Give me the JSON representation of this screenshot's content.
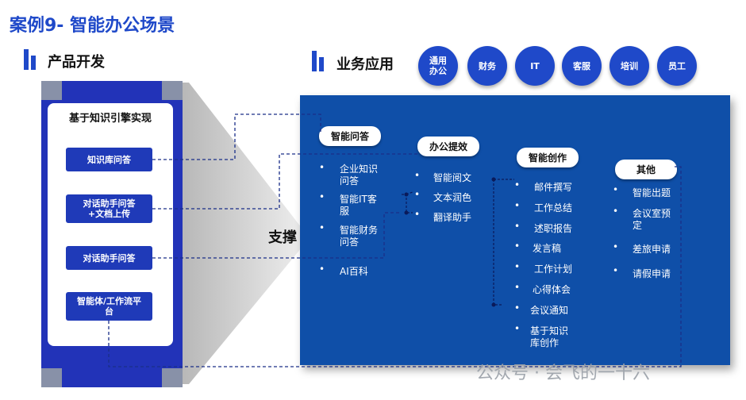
{
  "title": "案例9- 智能办公场景",
  "left_section": {
    "label": "产品开发",
    "inner_title": "基于知识引擎实现",
    "buttons": [
      "知识库问答",
      "对话助手问答\n+文档上传",
      "对话助手问答",
      "智能体/工作流平\n台"
    ]
  },
  "right_section": {
    "label": "业务应用",
    "circles": [
      "通用\n办公",
      "财务",
      "IT",
      "客服",
      "培训",
      "员工"
    ]
  },
  "support_label": "支撑",
  "columns": [
    {
      "title": "智能问答",
      "items": [
        "企业知识\n问答",
        "智能IT客\n服",
        "智能财务\n问答",
        "AI百科"
      ]
    },
    {
      "title": "办公提效",
      "items": [
        "智能阅文",
        "文本润色",
        "翻译助手"
      ]
    },
    {
      "title": "智能创作",
      "items": [
        "邮件撰写",
        "工作总结",
        "述职报告",
        "发言稿",
        "工作计划",
        "心得体会",
        "会议通知",
        "基于知识\n库创作"
      ]
    },
    {
      "title": "其他",
      "items": [
        "智能出题",
        "会议室预\n定",
        "差旅申请",
        "请假申请"
      ]
    }
  ],
  "colors": {
    "accent": "#1f49c9",
    "board": "#0f4fa8",
    "frame": "#2233b8"
  },
  "watermark": "公众号 · 会飞的一十六"
}
